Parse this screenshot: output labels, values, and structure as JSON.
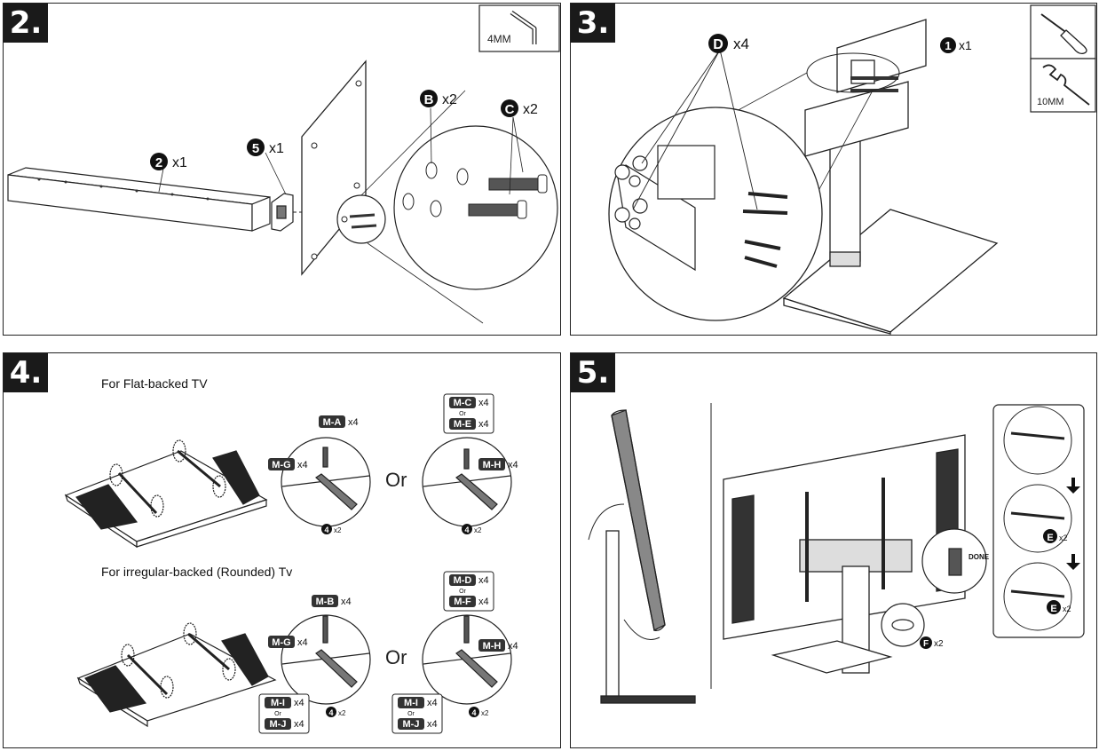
{
  "step2": {
    "number": "2.",
    "tool_label": "4MM",
    "part2_letter": "2",
    "part2_qty": "x1",
    "part5_letter": "5",
    "part5_qty": "x1",
    "partB_letter": "B",
    "partB_qty": "x2",
    "partC_letter": "C",
    "partC_qty": "x2"
  },
  "step3": {
    "number": "3.",
    "partD_letter": "D",
    "partD_qty": "x4",
    "part1_letter": "1",
    "part1_qty": "x1",
    "tool2_label": "10MM"
  },
  "step4": {
    "number": "4.",
    "flat_heading": "For Flat-backed TV",
    "rounded_heading": "For irregular-backed (Rounded) Tv",
    "or_label": "Or",
    "small_or": "Or",
    "qty_x4": "x4",
    "qty_x2": "x2",
    "bracket_num": "4",
    "ma": "M-A",
    "mb": "M-B",
    "mc": "M-C",
    "md": "M-D",
    "me": "M-E",
    "mf": "M-F",
    "mg": "M-G",
    "mh": "M-H",
    "mi": "M-I",
    "mj": "M-J"
  },
  "step5": {
    "number": "5.",
    "done_label": "DONE",
    "partE_letter": "E",
    "partE_qty": "x2",
    "partF_letter": "F",
    "partF_qty": "x2"
  }
}
